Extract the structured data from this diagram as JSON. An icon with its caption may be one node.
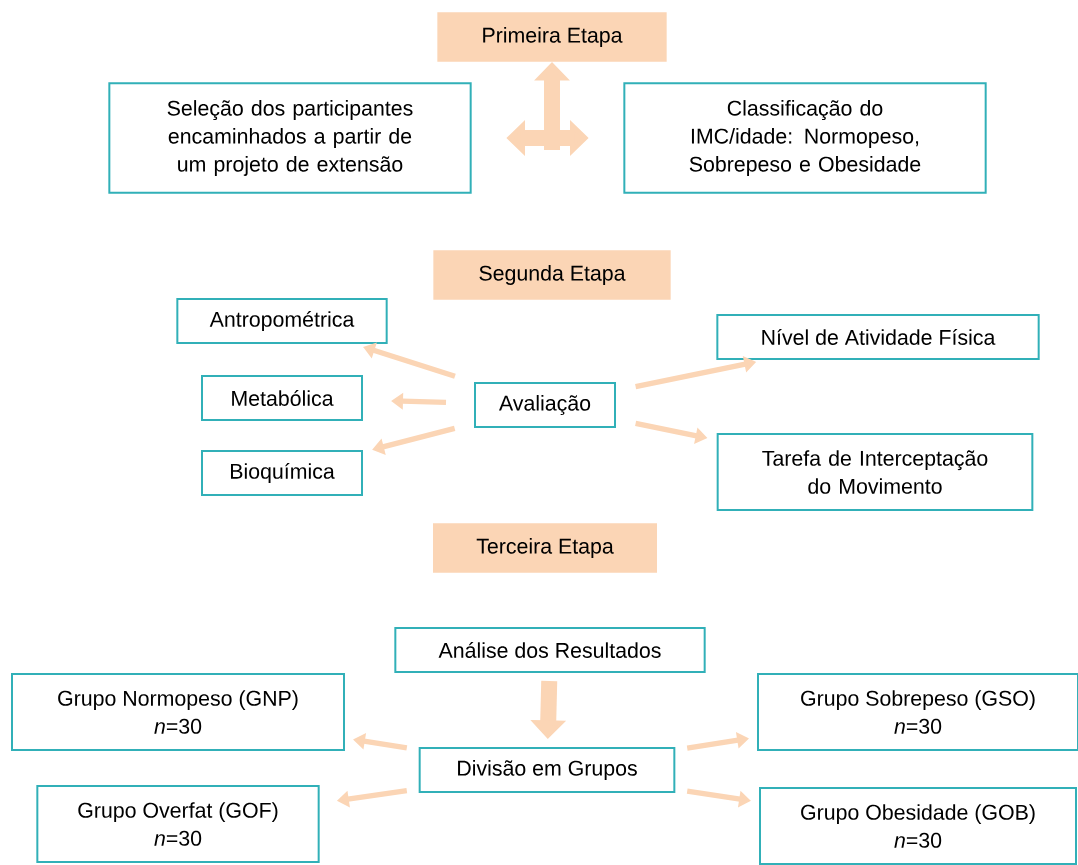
{
  "diagram": {
    "nodes": [
      {
        "text": [
          "Primeira Etapa"
        ]
      },
      {
        "text": [
          "Seleção dos participantes encaminhados a partir de um projeto de extensão"
        ]
      },
      {
        "text": [
          "Classificação do IMC/idade: Normopeso, Sobrepeso e Obesidade"
        ]
      },
      {
        "text": [
          "Segunda Etapa"
        ]
      },
      {
        "text": [
          "Antropométrica"
        ]
      },
      {
        "text": [
          "Metabólica"
        ]
      },
      {
        "text": [
          "Bioquímica"
        ]
      },
      {
        "text": [
          "Avaliação"
        ]
      },
      {
        "text": [
          "Nível de Atividade Física"
        ]
      },
      {
        "text": [
          "Tarefa de Interceptação do Movimento"
        ]
      },
      {
        "text": [
          "Terceira Etapa"
        ]
      },
      {
        "text": [
          "Análise dos Resultados"
        ]
      },
      {
        "text": [
          "Grupo Normopeso (GNP)",
          "*n*=30"
        ]
      },
      {
        "text": [
          "Grupo Sobrepeso (GSO)",
          "*n*=30"
        ]
      },
      {
        "text": [
          "Divisão em Grupos"
        ]
      },
      {
        "text": [
          "Grupo Overfat (GOF)",
          "*n*=30"
        ]
      },
      {
        "text": [
          "Grupo Obesidade (GOB)",
          "*n*=30"
        ]
      }
    ],
    "edges": [
      {
        "from": 1,
        "to": 2,
        "arrow": "both",
        "style": "thick"
      },
      {
        "from": null,
        "to": 0,
        "arrow": "to",
        "style": "thick"
      },
      {
        "from": 7,
        "to": 4,
        "arrow": "to"
      },
      {
        "from": 7,
        "to": 5,
        "arrow": "to"
      },
      {
        "from": 7,
        "to": 6,
        "arrow": "to"
      },
      {
        "from": 7,
        "to": 8,
        "arrow": "to"
      },
      {
        "from": 7,
        "to": 9,
        "arrow": "to"
      },
      {
        "from": 11,
        "to": 14,
        "arrow": "to",
        "style": "thick"
      },
      {
        "from": 14,
        "to": 12,
        "arrow": "to"
      },
      {
        "from": 14,
        "to": 13,
        "arrow": "to"
      },
      {
        "from": 14,
        "to": 15,
        "arrow": "to"
      },
      {
        "from": 14,
        "to": 16,
        "arrow": "to"
      }
    ]
  }
}
